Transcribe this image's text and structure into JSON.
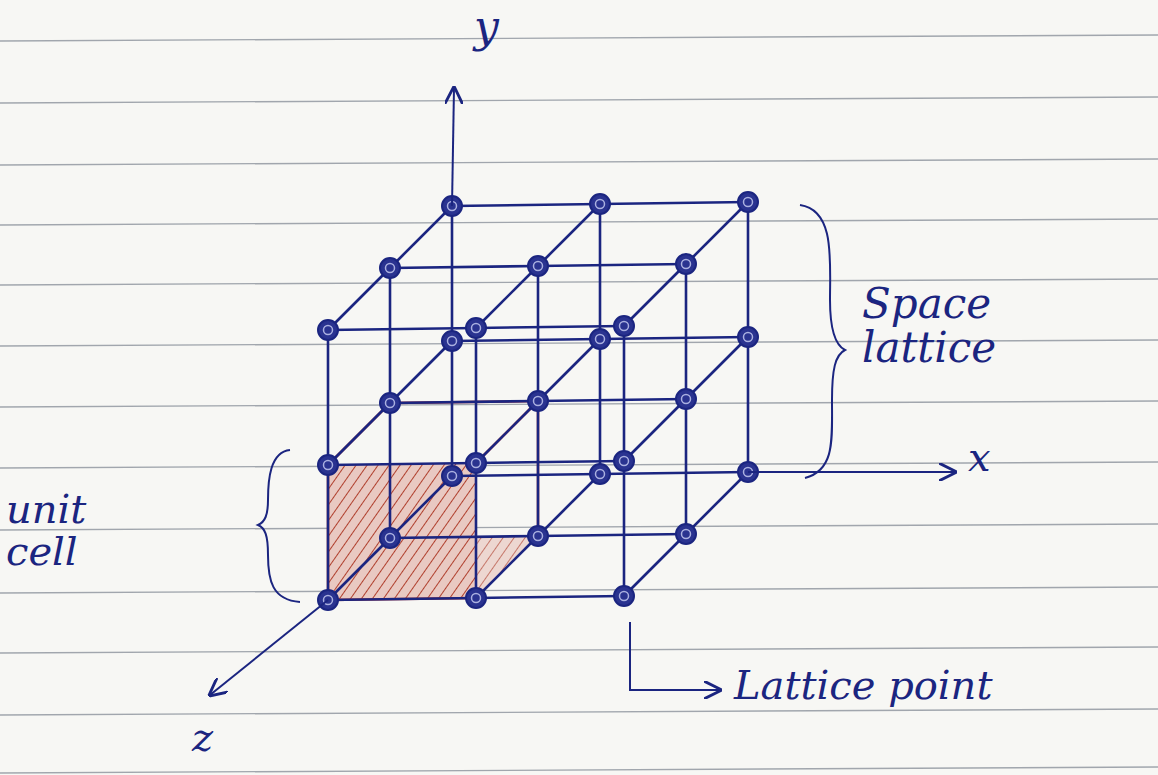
{
  "diagram": {
    "labels": [
      "y",
      "Space lattice",
      "x",
      "unit cell",
      "z",
      "Lattice point"
    ]
  }
}
